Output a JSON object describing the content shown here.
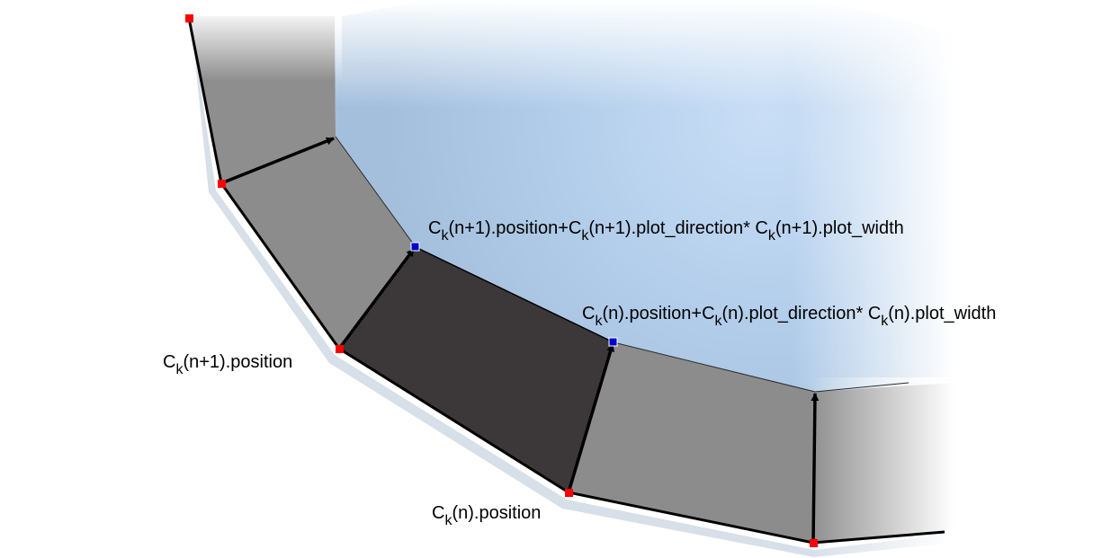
{
  "colors": {
    "background": "#ffffff",
    "sky": "#c6dcf4",
    "sky_deep": "#a9c7e6",
    "ring_segment": "#8c8c8c",
    "highlighted_segment": "#3c3839",
    "outline": "#000000",
    "base_point": "#ff0000",
    "offset_point": "#0000cc"
  },
  "labels": {
    "offset_next": {
      "parts": [
        "C",
        "k",
        "(n+1).position+C",
        "k",
        "(n+1).plot_direction* C",
        "k",
        "(n+1).plot_width"
      ]
    },
    "offset_current": {
      "parts": [
        "C",
        "k",
        "(n).position+C",
        "k",
        "(n).plot_direction* C",
        "k",
        "(n).plot_width"
      ]
    },
    "position_next": {
      "parts": [
        "C",
        "k",
        "(n+1).position"
      ]
    },
    "position_current": {
      "parts": [
        "C",
        "k",
        "(n).position"
      ]
    }
  }
}
